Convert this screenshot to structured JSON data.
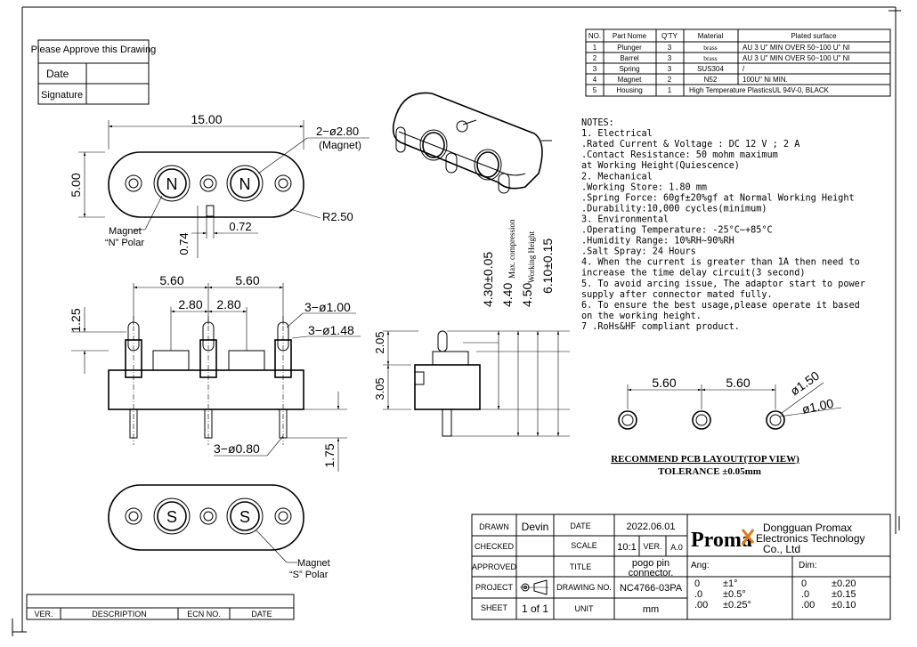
{
  "approval": {
    "title": "Please Approve this Drawing",
    "date_label": "Date",
    "signature_label": "Signature"
  },
  "parts_table": {
    "headers": [
      "NO.",
      "Part Nome",
      "Q'TY",
      "Material",
      "Plated surface"
    ],
    "rows": [
      [
        "1",
        "Plunger",
        "3",
        "brass",
        "AU 3 U\" MIN OVER 50~100 U\" NI"
      ],
      [
        "2",
        "Barrel",
        "3",
        "brass",
        "AU 3 U\" MIN OVER 50~100 U\" NI"
      ],
      [
        "3",
        "Spring",
        "3",
        "SUS304",
        "/"
      ],
      [
        "4",
        "Magnet",
        "2",
        "N52",
        "100U\" Ni MIN."
      ],
      [
        "5",
        "Housing",
        "1",
        "High Temperature PlasticsUL 94V-0, BLACK",
        ""
      ]
    ]
  },
  "notes": [
    "NOTES:",
    "  1. Electrical",
    "     .Rated Current & Voltage : DC 12 V ; 2 A",
    "     .Contact Resistance: 50 mohm maximum",
    "       at Working Height(Quiescence)",
    "  2. Mechanical",
    "     .Working Store: 1.80 mm",
    "     .Spring Force: 60gf±20%gf at Normal Working Height",
    "     .Durability:10,000 cycles(minimum)",
    "  3. Environmental",
    "     .Operating Temperature: -25°C~+85°C",
    "     .Humidity Range: 10%RH~90%RH",
    "     .Salt Spray: 24 Hours",
    "  4. When the current is greater than 1A then need to",
    "     increase the time delay circuit(3 second)",
    "  5. To avoid arcing issue, The adaptor start to power",
    "     supply after connector mated fully.",
    "  6. To ensure the best usage,please operate it based",
    "     on the working height.",
    "  7 .RoHs&HF compliant product."
  ],
  "top_view": {
    "width": "15.00",
    "height": "5.00",
    "magnet_dia": "2−ø2.80",
    "magnet_note": "(Magnet)",
    "radius": "R2.50",
    "n_label": "N",
    "magnet_n_1": "Magnet",
    "magnet_n_2": "“N” Polar",
    "dim_074": "0.74",
    "dim_072": "0.72"
  },
  "front_view": {
    "pitch_1": "5.60",
    "pitch_2": "5.60",
    "half_1": "2.80",
    "half_2": "2.80",
    "pin_dia": "3−ø1.00",
    "barrel_dia": "3−ø1.48",
    "dim_125": "1.25",
    "tail_dia": "3−ø0.80",
    "dim_175": "1.75"
  },
  "side_view": {
    "d1": "4.30±0.05",
    "d1_note": "Max. compression",
    "d2": "4.40",
    "d2_note": "Working Height",
    "d3": "4.50",
    "d4": "6.10±0.15",
    "d5": "2.05",
    "d6": "3.05"
  },
  "bottom_view": {
    "s_label": "S",
    "magnet_s_1": "Magnet",
    "magnet_s_2": "“S” Polar"
  },
  "pcb": {
    "pitch_1": "5.60",
    "pitch_2": "5.60",
    "outer_dia": "ø1.50",
    "inner_dia": "ø1.00",
    "title": "RECOMMEND PCB LAYOUT(TOP VIEW)",
    "tolerance": "TOLERANCE ±0.05mm"
  },
  "revision": {
    "headers": [
      "VER.",
      "DESCRIPTION",
      "ECN NO.",
      "DATE"
    ]
  },
  "title_block": {
    "drawn_label": "DRAWN",
    "drawn": "Devin",
    "date_label": "DATE",
    "date": "2022.06.01",
    "checked_label": "CHECKED",
    "scale_label": "SCALE",
    "scale": "10:1",
    "ver_label": "VER.",
    "ver": "A.0",
    "approved_label": "APPROVED",
    "title_label": "TITLE",
    "title_1": "pogo pin",
    "title_2": "connector.",
    "project_label": "PROJECT",
    "drawing_no_label": "DRAWING NO.",
    "drawing_no": "NC4766-03PA",
    "sheet_label": "SHEET",
    "sheet": "1 of 1",
    "unit_label": "UNIT",
    "unit": "mm",
    "logo": "Proma",
    "company_1": "Dongguan Promax",
    "company_2": "Electronics Technology",
    "company_3": "Co., Ltd",
    "ang_label": "Ang:",
    "dim_label": "Dim:",
    "ang_rows": [
      [
        "0",
        "±1°"
      ],
      [
        ".0",
        "±0.5°"
      ],
      [
        ".00",
        "±0.25°"
      ]
    ],
    "dim_rows": [
      [
        "0",
        "±0.20"
      ],
      [
        ".0",
        "±0.15"
      ],
      [
        ".00",
        "±0.10"
      ]
    ]
  },
  "colors": {
    "ink": "#000000",
    "logo_orange": "#e07a10"
  }
}
